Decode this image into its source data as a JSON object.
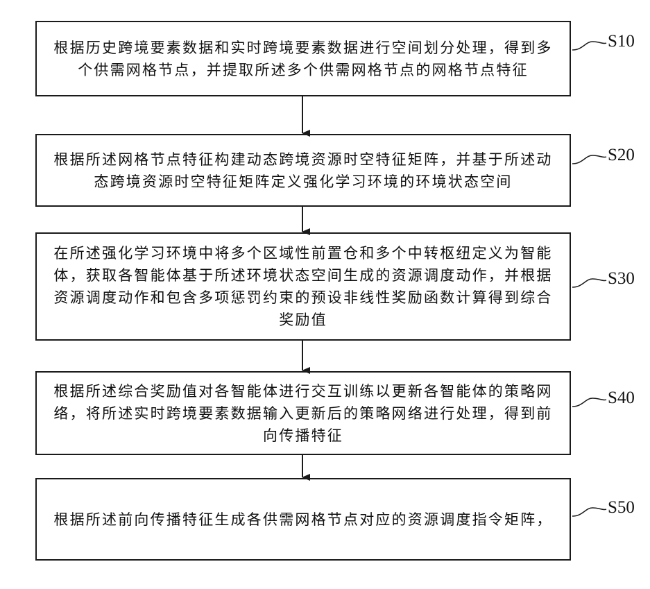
{
  "steps": [
    {
      "label": "S10",
      "text": "根据历史跨境要素数据和实时跨境要素数据进行空间划分处理，得到多个供需网格节点，并提取所述多个供需网格节点的网格节点特征"
    },
    {
      "label": "S20",
      "text": "根据所述网格节点特征构建动态跨境资源时空特征矩阵，并基于所述动态跨境资源时空特征矩阵定义强化学习环境的环境状态空间"
    },
    {
      "label": "S30",
      "text": "在所述强化学习环境中将多个区域性前置仓和多个中转枢纽定义为智能体，获取各智能体基于所述环境状态空间生成的资源调度动作，并根据资源调度动作和包含多项惩罚约束的预设非线性奖励函数计算得到综合奖励值"
    },
    {
      "label": "S40",
      "text": "根据所述综合奖励值对各智能体进行交互训练以更新各智能体的策略网络，将所述实时跨境要素数据输入更新后的策略网络进行处理，得到前向传播特征"
    },
    {
      "label": "S50",
      "text": "根据所述前向传播特征生成各供需网格节点对应的资源调度指令矩阵，"
    }
  ]
}
